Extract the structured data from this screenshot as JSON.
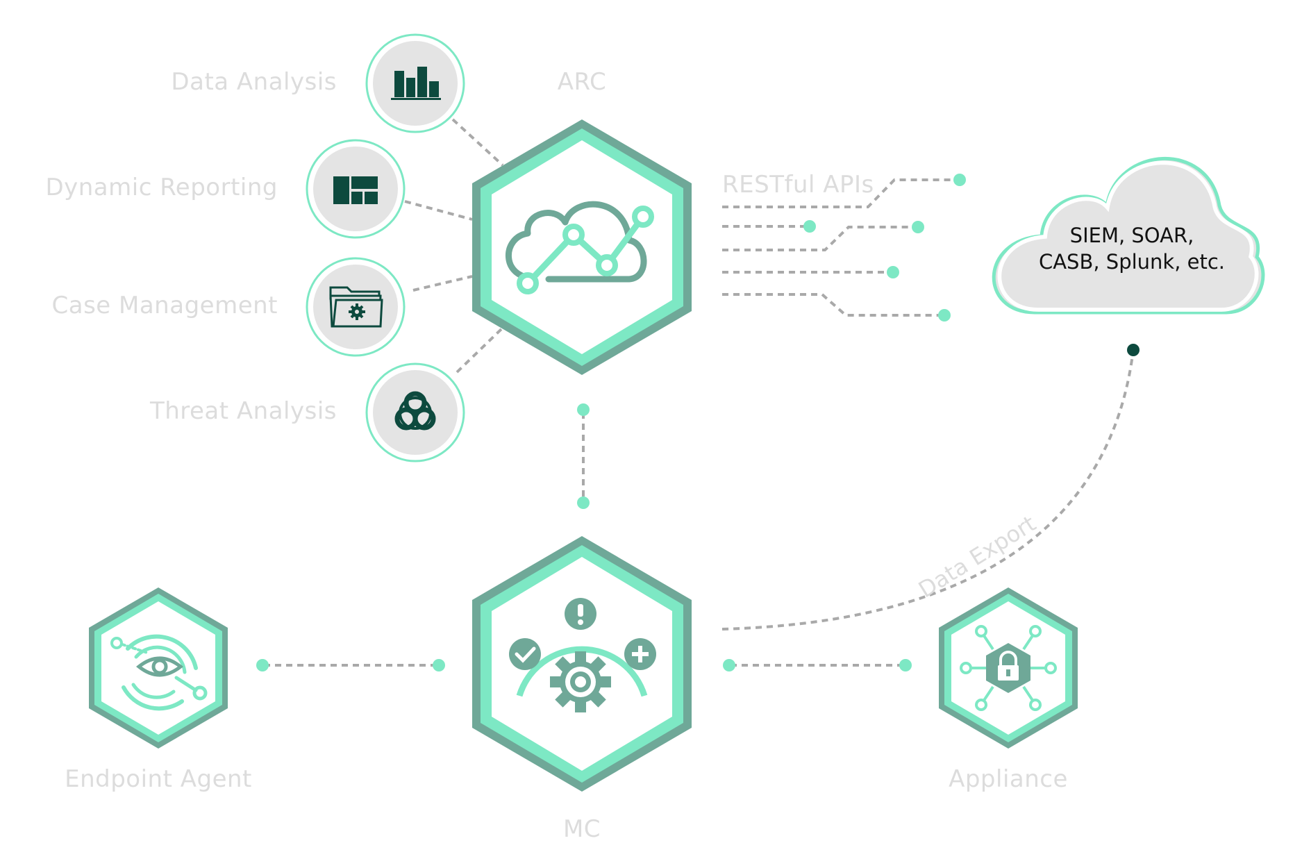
{
  "colors": {
    "mint": "#7de8c4",
    "sage": "#6fa898",
    "dark": "#0d4a3e",
    "gray_fill": "#e4e4e4",
    "dashes": "#a9a9a9",
    "label": "#dcdcdc"
  },
  "modules": {
    "arc": {
      "label": "ARC",
      "icon": "cloud-chart-icon"
    },
    "mc": {
      "label": "MC",
      "icon": "gear-status-icon"
    },
    "endpoint": {
      "label": "Endpoint Agent",
      "icon": "eye-radar-icon"
    },
    "appliance": {
      "label": "Appliance",
      "icon": "lock-network-icon"
    }
  },
  "features": [
    {
      "label": "Data Analysis",
      "icon": "bar-chart-icon"
    },
    {
      "label": "Dynamic Reporting",
      "icon": "dashboard-layout-icon"
    },
    {
      "label": "Case Management",
      "icon": "folder-gear-icon"
    },
    {
      "label": "Threat Analysis",
      "icon": "biohazard-icon"
    }
  ],
  "connections": {
    "restful": "RESTful APIs",
    "export": "Data Export"
  },
  "cloud": {
    "line1": "SIEM, SOAR,",
    "line2": "CASB, Splunk, etc.",
    "icon": "cloud-icon"
  }
}
